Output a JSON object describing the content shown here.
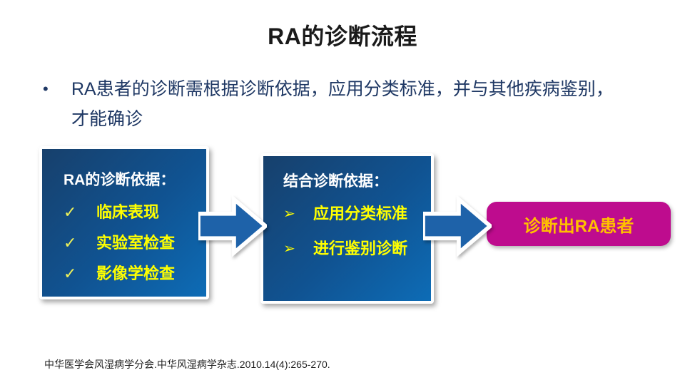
{
  "slide": {
    "title": "RA的诊断流程",
    "bullet": {
      "marker": "•",
      "text": "RA患者的诊断需根据诊断依据，应用分类标准，并与其他疾病鉴别，才能确诊"
    },
    "diagram": {
      "box_basis": {
        "title": "RA的诊断依据：",
        "items": [
          {
            "marker": "✓",
            "label": "临床表现"
          },
          {
            "marker": "✓",
            "label": "实验室检查"
          },
          {
            "marker": "✓",
            "label": "影像学检查"
          }
        ]
      },
      "box_combine": {
        "title": "结合诊断依据：",
        "items": [
          {
            "marker": "➢",
            "label": "应用分类标准"
          },
          {
            "marker": "➢",
            "label": "进行鉴别诊断"
          }
        ]
      },
      "result": {
        "label": "诊断出RA患者"
      },
      "arrow_icon": "right-arrow"
    },
    "footer": "中华医学会风湿病学分会.中华风湿病学杂志.2010.14(4):265-270.",
    "colors": {
      "box_gradient_start": "#17406C",
      "box_gradient_end": "#0D6CB6",
      "box_border": "#FFFFFF",
      "box_title_text": "#FFFFFF",
      "item_text": "#FFFF00",
      "check_mark": "#EEF25A",
      "arrow_fill": "#1E62A9",
      "arrow_outline": "#FFFFFF",
      "result_bg": "#BE0C8E",
      "result_text": "#FFC000",
      "bullet_text": "#1F3864",
      "title_text": "#1A1A1A",
      "footer_text": "#1F1F1F"
    }
  }
}
